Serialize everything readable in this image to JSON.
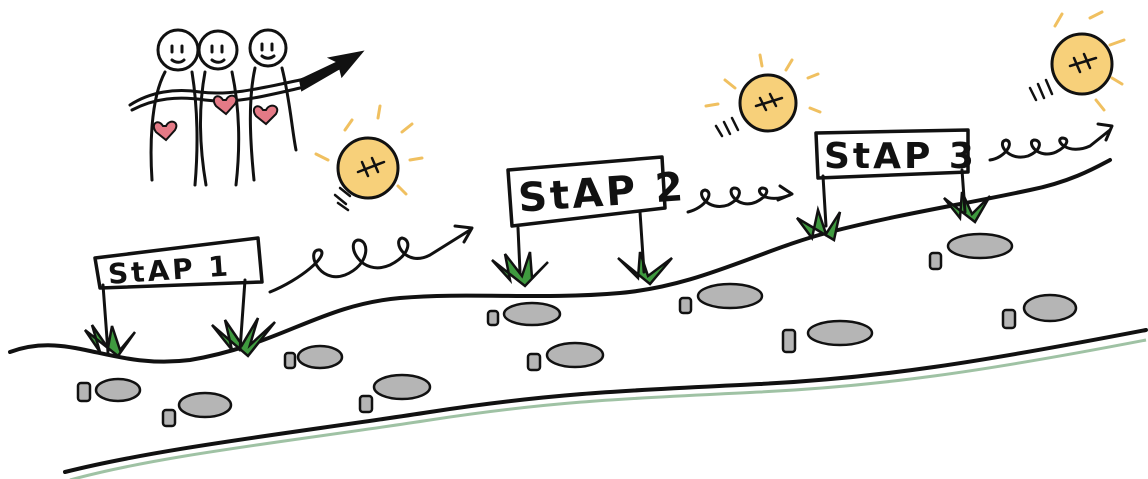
{
  "signs": [
    {
      "label": "StAP 1"
    },
    {
      "label": "StAP 2"
    },
    {
      "label": "StAP 3"
    }
  ],
  "colors": {
    "ink": "#111111",
    "ground_shadow": "#9fc2a4",
    "footprint": "#b5b5b5",
    "bulb": "#f7d07a",
    "bulb_rays": "#f0c060",
    "heart": "#e47a86",
    "grass": "#3f9a3f"
  },
  "icons": [
    "people-group-icon",
    "arrow-icon",
    "lightbulb-icon",
    "footprints-icon",
    "grass-tuft-icon"
  ]
}
